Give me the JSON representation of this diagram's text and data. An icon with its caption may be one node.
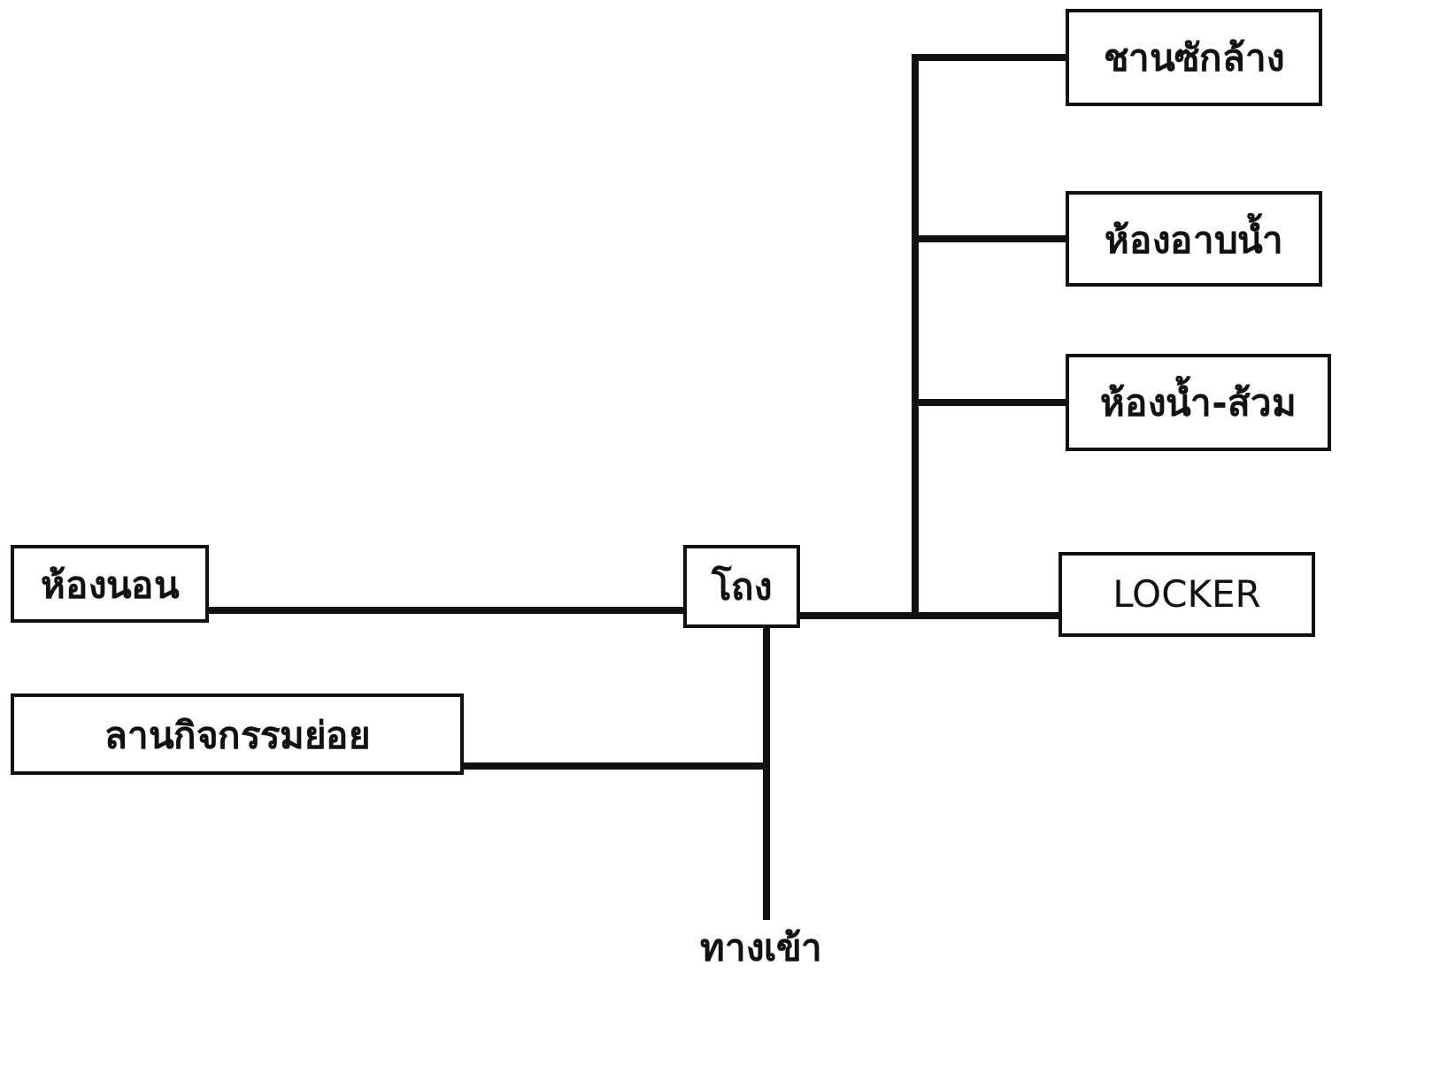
{
  "diagram": {
    "nodes": [
      {
        "text": [
          "ชานซักล้าง"
        ]
      },
      {
        "text": [
          "ห้องอาบน้ำ"
        ]
      },
      {
        "text": [
          "ห้องน้ำ-ส้วม"
        ]
      },
      {
        "text": [
          "ห้องนอน"
        ]
      },
      {
        "text": [
          "โถง"
        ]
      },
      {
        "text": [
          "LOCKER"
        ]
      },
      {
        "text": [
          "ลานกิจกรรมย่อย"
        ]
      },
      {
        "text": [
          "ทางเข้า"
        ]
      }
    ],
    "edges": [
      {
        "from": 3,
        "to": 4,
        "arrow": "none"
      },
      {
        "from": 4,
        "to": 0,
        "arrow": "none"
      },
      {
        "from": 4,
        "to": 1,
        "arrow": "none"
      },
      {
        "from": 4,
        "to": 2,
        "arrow": "none"
      },
      {
        "from": 4,
        "to": 5,
        "arrow": "none"
      },
      {
        "from": 4,
        "to": 7,
        "arrow": "none"
      },
      {
        "from": 6,
        "to": 7,
        "arrow": "none"
      }
    ]
  }
}
